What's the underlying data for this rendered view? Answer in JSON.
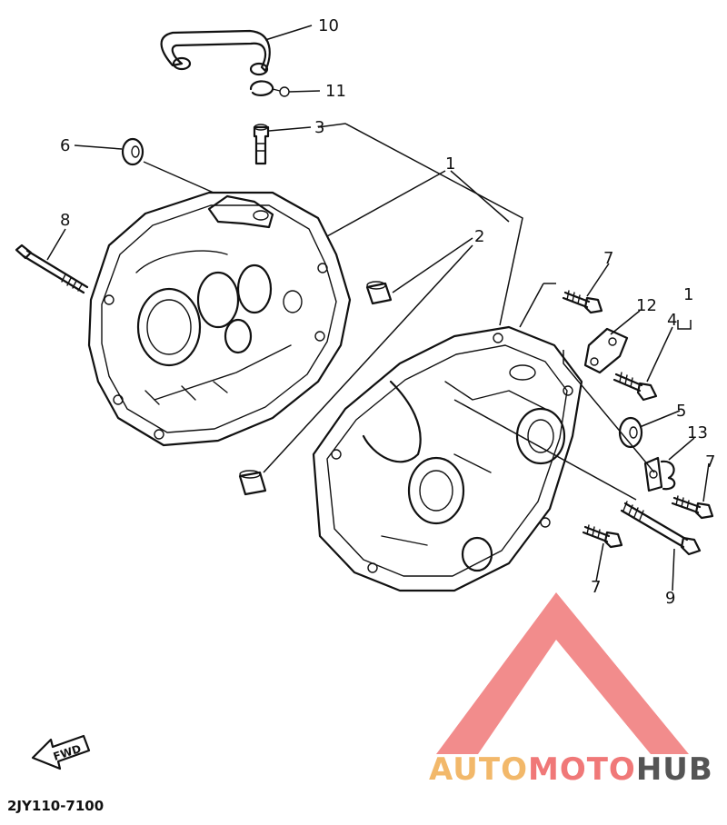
{
  "callouts": {
    "c1a": "1",
    "c1b": "1",
    "c2": "2",
    "c3": "3",
    "c4": "4",
    "c5": "5",
    "c6": "6",
    "c7a": "7",
    "c7b": "7",
    "c7c": "7",
    "c8": "8",
    "c9": "9",
    "c10": "10",
    "c11": "11",
    "c12": "12",
    "c13": "13"
  },
  "fwd_label": "FWD",
  "diagram_code": "2JY110-7100",
  "watermark": {
    "part1": "AUTO",
    "part2": "MOTO",
    "part3": "HUB",
    "color1": "#f2b86a",
    "color2": "#f07878",
    "color3": "#555555"
  }
}
